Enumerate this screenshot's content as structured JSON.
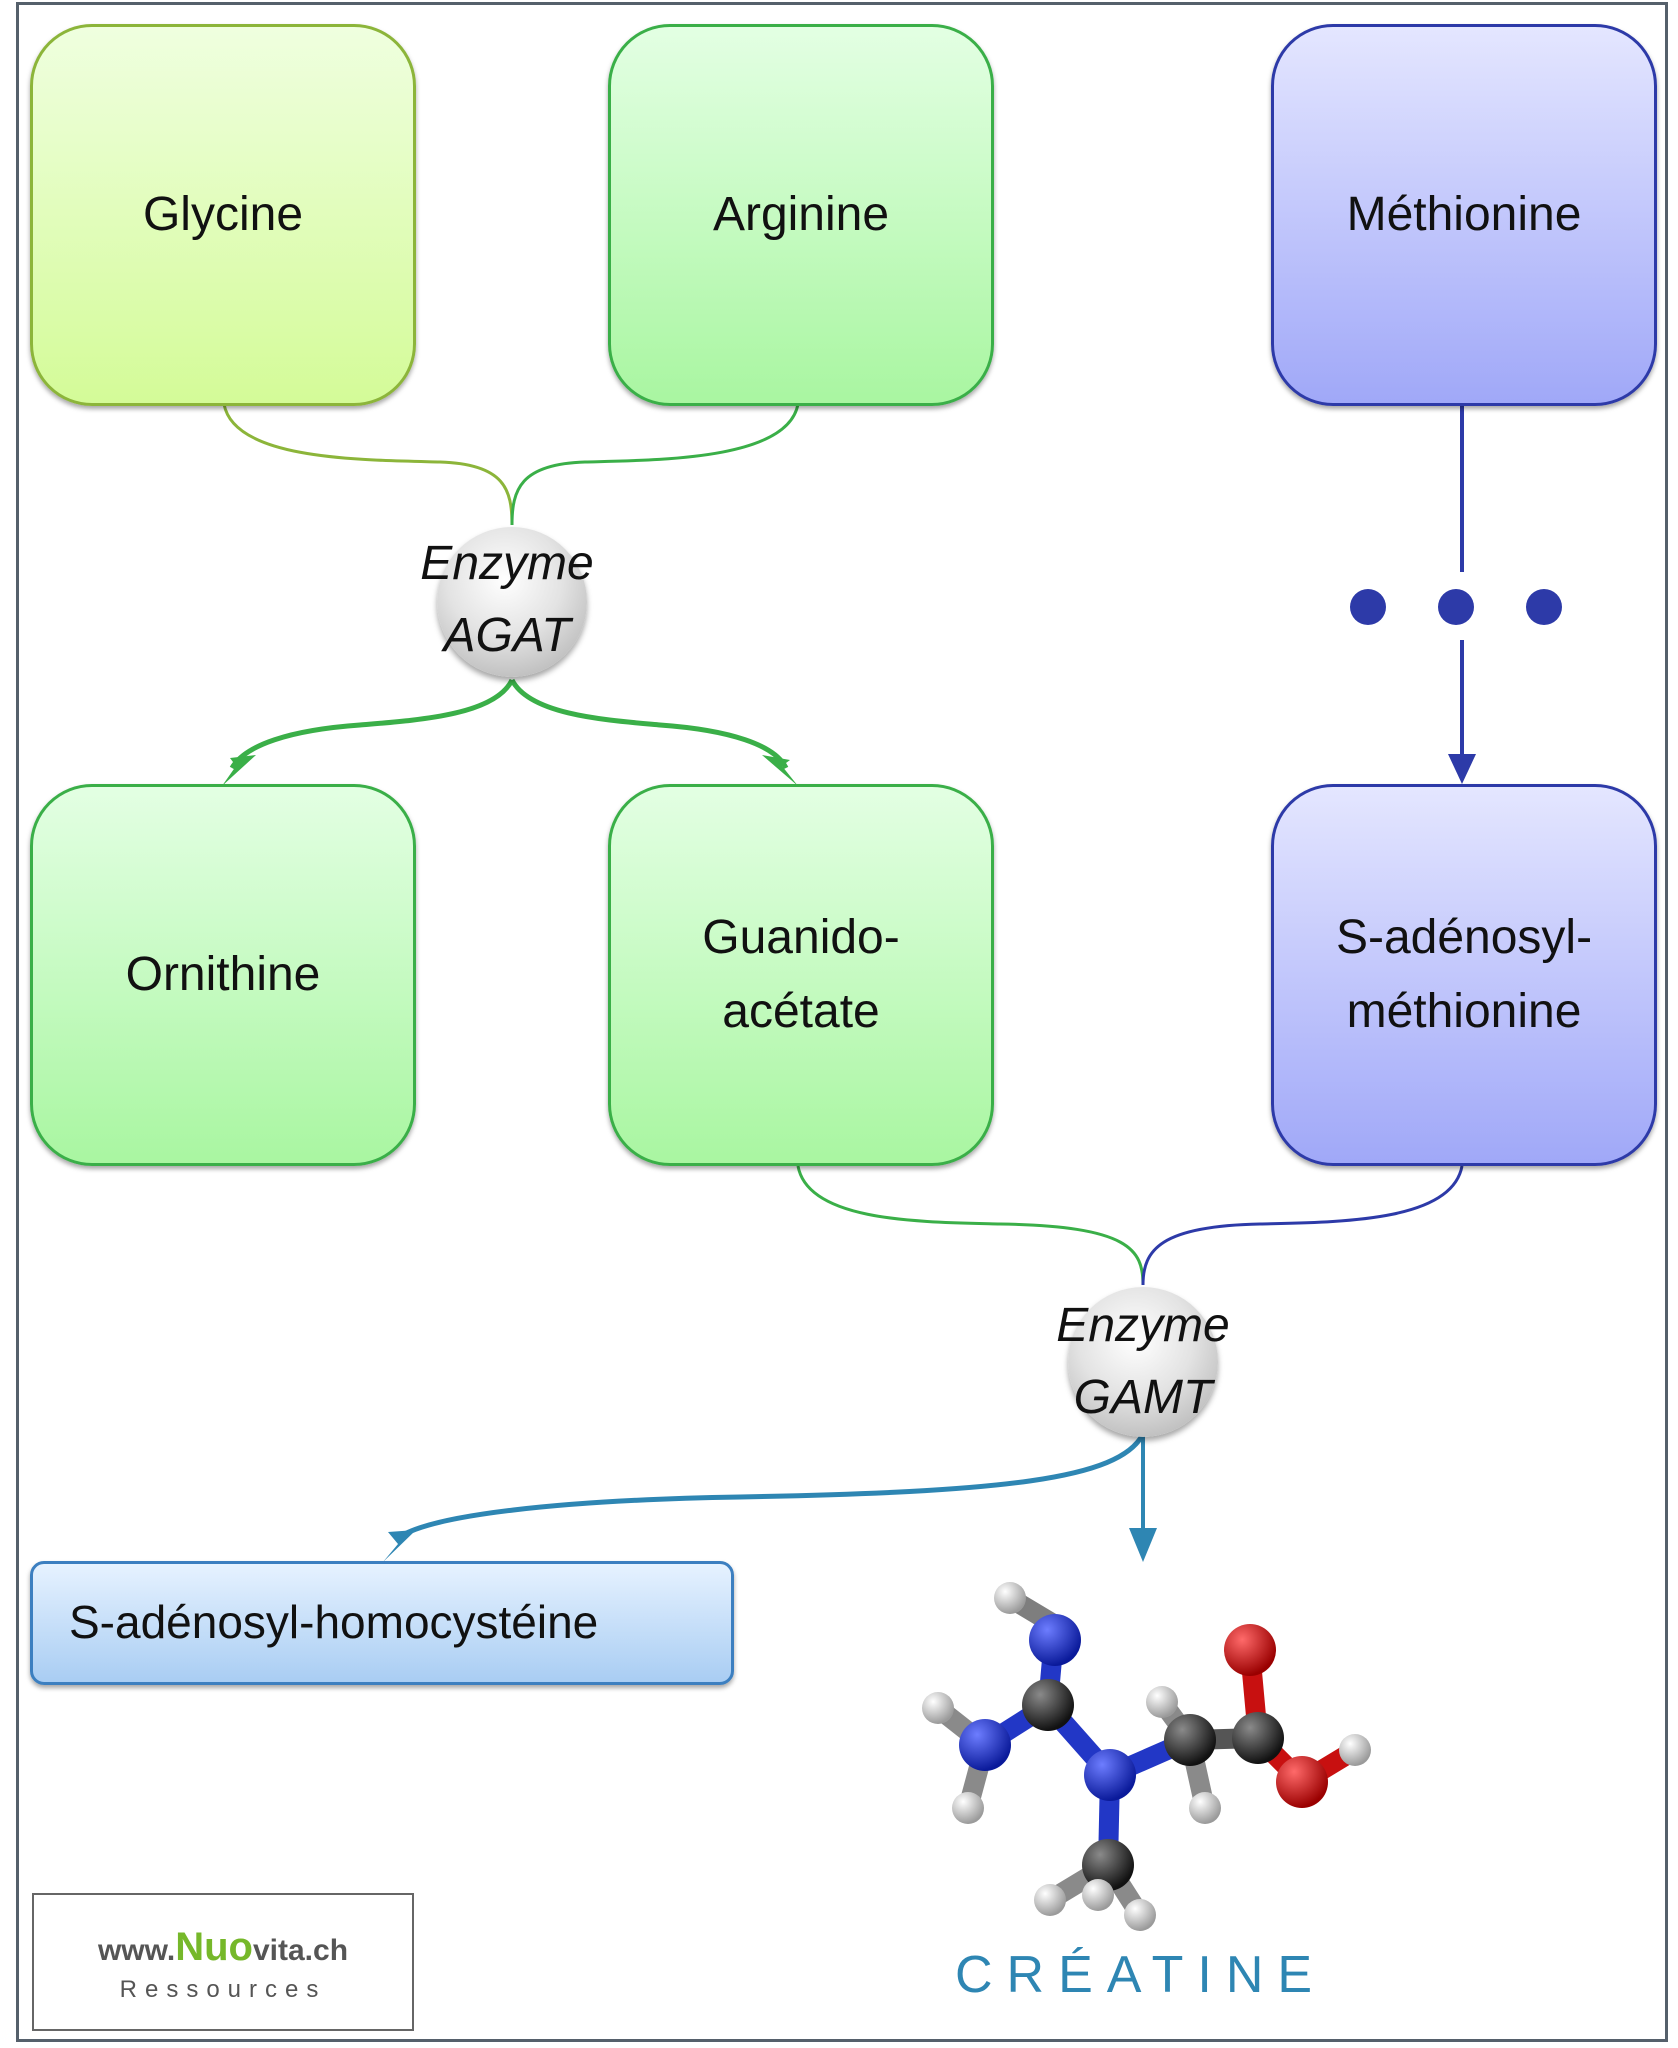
{
  "colors": {
    "lime_stroke": "#8cb53a",
    "green_stroke": "#3aaf48",
    "blue_stroke": "#2d3aa8",
    "teal_stroke": "#2e86b3",
    "creatine_text": "#2e86b3",
    "logo_brand": "#76b82a"
  },
  "nodes": {
    "glycine": "Glycine",
    "arginine": "Arginine",
    "methionine": "Méthionine",
    "ornithine": "Ornithine",
    "guanidoacetate": "Guanido-\nacétate",
    "sam": "S-adénosyl-\nméthionine",
    "sah": "S-adénosyl-homocystéine"
  },
  "enzymes": {
    "agat": {
      "line1": "Enzyme",
      "line2": "AGAT"
    },
    "gamt": {
      "line1": "Enzyme",
      "line2": "GAMT"
    }
  },
  "product": {
    "label": "CRÉATINE",
    "icon": "creatine-molecule-icon"
  },
  "logo": {
    "prefix": "www.",
    "brand_a": "Nuo",
    "brand_b": "vita",
    "suffix": ".ch",
    "tagline": "Ressources"
  }
}
